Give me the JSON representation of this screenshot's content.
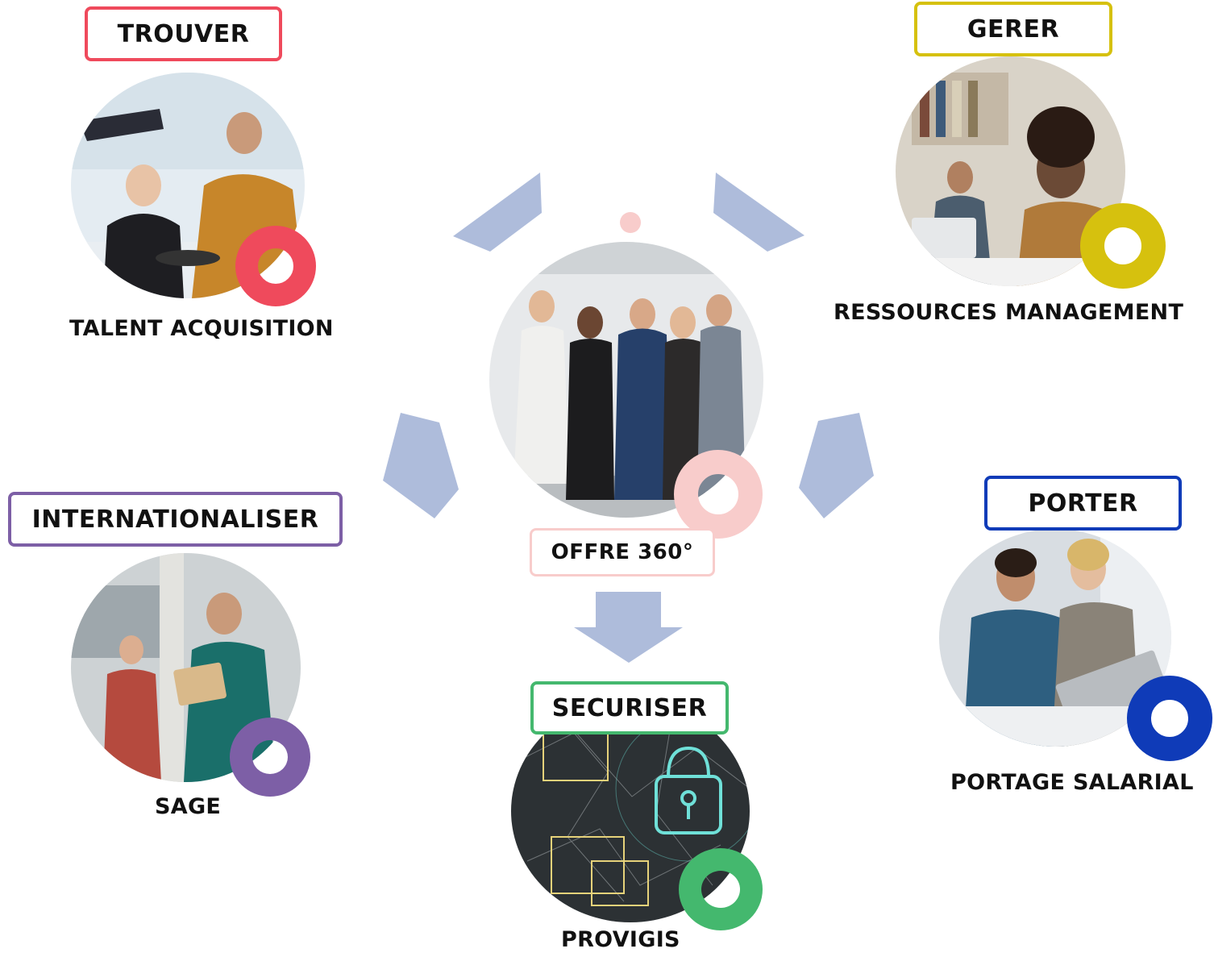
{
  "center": {
    "label": "OFFRE 360°",
    "accent_color": "#f8cccb"
  },
  "nodes": [
    {
      "key": "trouver",
      "tag": "TROUVER",
      "caption": "TALENT ACQUISITION",
      "color": "#ef4a5c",
      "scene": "office team celebrating with high-five"
    },
    {
      "key": "gerer",
      "tag": "GERER",
      "caption": "RESSOURCES MANAGEMENT",
      "color": "#d6c10e",
      "scene": "team meeting around a laptop"
    },
    {
      "key": "internationaliser",
      "tag": "INTERNATIONALISER",
      "caption": "SAGE",
      "color": "#7d5fa6",
      "scene": "smiling man with tablet in open office"
    },
    {
      "key": "porter",
      "tag": "PORTER",
      "caption": "PORTAGE SALARIAL",
      "color": "#0f3bb8",
      "scene": "two colleagues looking at a laptop"
    },
    {
      "key": "securiser",
      "tag": "SECURISER",
      "caption": "PROVIGIS",
      "color": "#44b86e",
      "scene": "digital padlock with folders network"
    }
  ],
  "arrow_color": "#aebcdb",
  "icons": {
    "arrow": "block-arrow-icon",
    "ring": "ring-marker-icon",
    "dot": "dot-marker-icon"
  }
}
